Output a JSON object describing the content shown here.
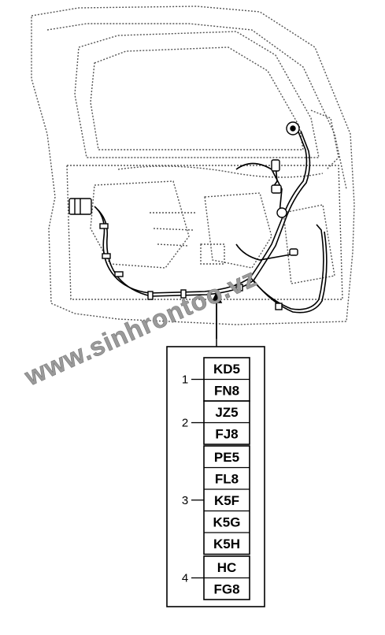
{
  "watermark": "www.sinhrontoo.vz",
  "groups": [
    {
      "number": "1",
      "codes": [
        "KD5",
        "FN8"
      ]
    },
    {
      "number": "2",
      "codes": [
        "JZ5",
        "FJ8"
      ]
    },
    {
      "number": "3",
      "codes": [
        "PE5",
        "FL8",
        "K5F",
        "K5G",
        "K5H"
      ]
    },
    {
      "number": "4",
      "codes": [
        "HC",
        "FG8"
      ]
    }
  ],
  "colors": {
    "line": "#000000",
    "dotted": "#555555",
    "watermark": "#9a9a9a"
  }
}
